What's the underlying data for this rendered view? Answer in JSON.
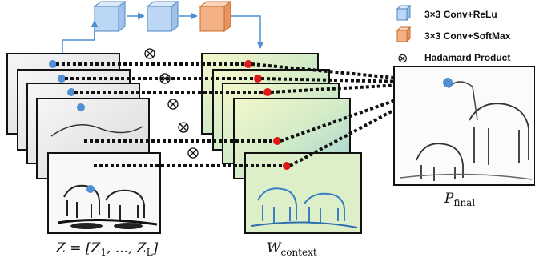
{
  "legend": {
    "conv_relu": "3×3 Conv+ReLu",
    "conv_softmax": "3×3 Conv+SoftMax",
    "hadamard": "Hadamard Product",
    "hadamard_symbol": "⊗"
  },
  "captions": {
    "z_label": "Z = [Z",
    "z_sub1": "1",
    "z_mid": ", ..., Z",
    "z_subL": "L",
    "z_end": "]",
    "w_main": "W",
    "w_sub": "context",
    "p_main": "P",
    "p_sub": "final"
  },
  "colors": {
    "blue_block": "#bcd7f3",
    "blue_block_edge": "#4c87c4",
    "orange_block": "#f4b185",
    "orange_block_edge": "#c96a2c",
    "arrow": "#4f8fd2",
    "red_dot": "#e01818",
    "blue_dot": "#4f8fd2"
  },
  "icons": [
    "conv-relu-block-icon",
    "conv-softmax-block-icon",
    "hadamard-icon",
    "pixel-dot-icon"
  ]
}
